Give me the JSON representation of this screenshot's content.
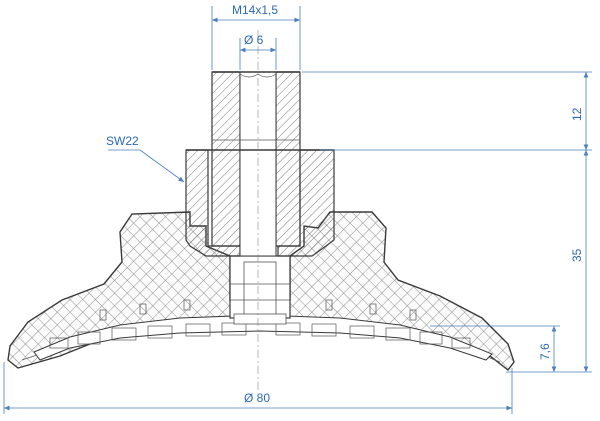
{
  "labels": {
    "thread": "M14x1,5",
    "bore": "Ø 6",
    "wrench": "SW22",
    "height_top": "12",
    "height_body": "35",
    "height_lip": "7,6",
    "diameter": "Ø 80"
  },
  "colors": {
    "dimension": "#2a6ab3",
    "outline": "#3a3a3a",
    "hatch_metal": "#555555",
    "hatch_rubber": "#666666"
  }
}
